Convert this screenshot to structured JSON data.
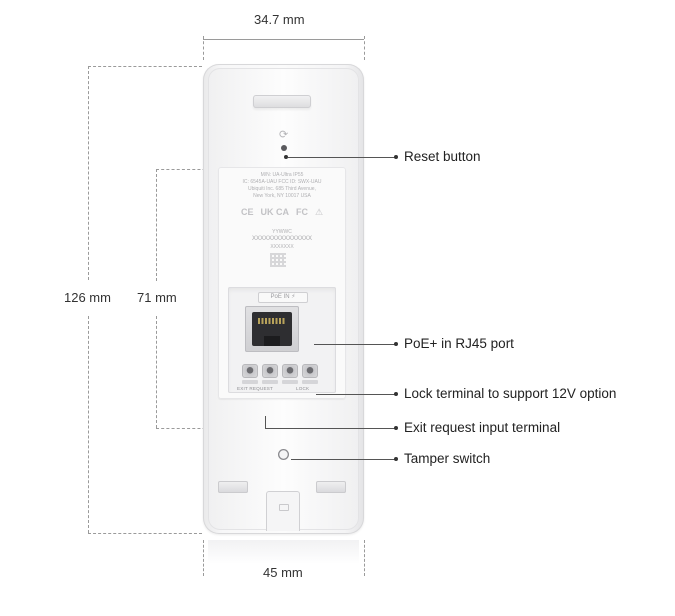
{
  "dimensions": {
    "width_top": "34.7 mm",
    "height_total": "126 mm",
    "height_panel": "71 mm",
    "width_bottom": "45 mm"
  },
  "device": {
    "regulatory_lines": [
      "M/N: UA-Ultra   IP55",
      "IC: 6545A-UAU   FCC ID: SWX-UAU",
      "Ubiquiti Inc. 685 Third Avenue,",
      "New York, NY 10017 USA"
    ],
    "cert_marks": [
      "CE",
      "UK CA",
      "FC",
      "⚠"
    ],
    "yyww": "YYWWC",
    "serial": "XXXXXXXXXXXXXXX",
    "serial_short": "XXXXXXX",
    "poe_tag": "PoE IN ⚡",
    "exit_request_label": "EXIT REQUEST",
    "lock_label": "LOCK"
  },
  "callouts": [
    {
      "id": "reset",
      "label": "Reset button"
    },
    {
      "id": "poe",
      "label": "PoE+ in RJ45 port"
    },
    {
      "id": "lock",
      "label": "Lock terminal to support 12V option"
    },
    {
      "id": "exit",
      "label": "Exit request input terminal"
    },
    {
      "id": "tamper",
      "label": "Tamper switch"
    }
  ],
  "colors": {
    "device_body": "#f7f7f8",
    "port_dark": "#2e2e31",
    "callout_line": "#555555",
    "dimension_line": "#9a9a9a"
  }
}
